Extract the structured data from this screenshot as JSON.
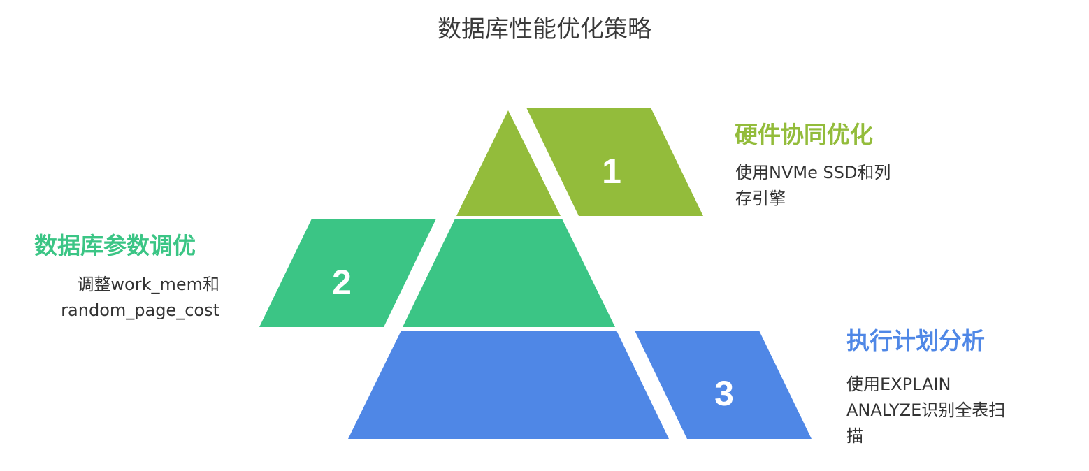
{
  "title": "数据库性能优化策略",
  "colors": {
    "tier1": "#93bc3b",
    "tier2": "#3bc585",
    "tier3": "#4f87e6",
    "text": "#333333",
    "number": "#ffffff"
  },
  "tiers": [
    {
      "number": "1",
      "label": "硬件协同优化",
      "desc_line1": "使用NVMe SSD和列",
      "desc_line2": "存引擎",
      "desc_line3": ""
    },
    {
      "number": "2",
      "label": "数据库参数调优",
      "desc_line1": "调整work_mem和",
      "desc_line2": "random_page_cost",
      "desc_line3": ""
    },
    {
      "number": "3",
      "label": "执行计划分析",
      "desc_line1": "使用EXPLAIN",
      "desc_line2": "ANALYZE识别全表扫",
      "desc_line3": "描"
    }
  ]
}
